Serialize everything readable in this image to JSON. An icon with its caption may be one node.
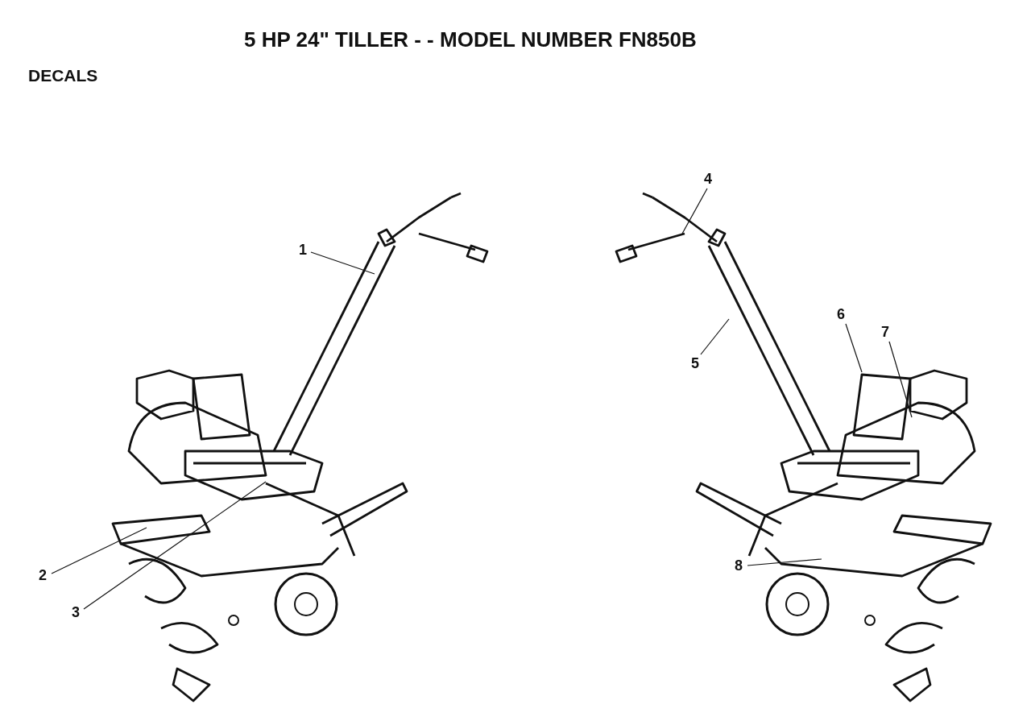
{
  "diagram": {
    "title": "5 HP 24\" TILLER - - MODEL NUMBER FN850B",
    "nodes": [
      {
        "text": [
          "1"
        ]
      },
      {
        "text": [
          "2"
        ]
      },
      {
        "text": [
          "3"
        ]
      },
      {
        "text": [
          "4"
        ]
      },
      {
        "text": [
          "5"
        ]
      },
      {
        "text": [
          "6"
        ]
      },
      {
        "text": [
          "7"
        ]
      },
      {
        "text": [
          "8"
        ]
      }
    ],
    "edges": [
      {
        "from": 0,
        "to": null,
        "arrow": "none"
      },
      {
        "from": 1,
        "to": null,
        "arrow": "none"
      },
      {
        "from": 2,
        "to": null,
        "arrow": "none"
      },
      {
        "from": 3,
        "to": null,
        "arrow": "none"
      },
      {
        "from": 4,
        "to": null,
        "arrow": "none"
      },
      {
        "from": 5,
        "to": null,
        "arrow": "none"
      },
      {
        "from": 6,
        "to": null,
        "arrow": "none"
      },
      {
        "from": 7,
        "to": null,
        "arrow": "none"
      }
    ],
    "labels": [
      "DECALS"
    ]
  }
}
